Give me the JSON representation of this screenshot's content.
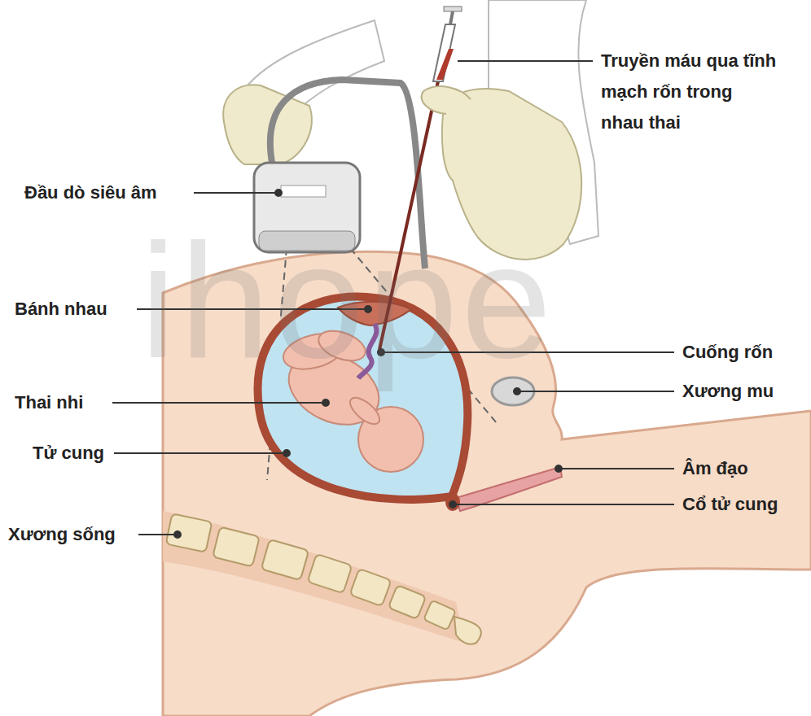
{
  "diagram": {
    "labels": [
      "Truyền máu qua tĩnh mạch rốn trong nhau thai",
      "Đầu dò siêu âm",
      "Bánh nhau",
      "Thai nhi",
      "Tử cung",
      "Xương sống",
      "Cuống rốn",
      "Xương mu",
      "Âm đạo",
      "Cổ tử cung",
      "ihope"
    ]
  }
}
